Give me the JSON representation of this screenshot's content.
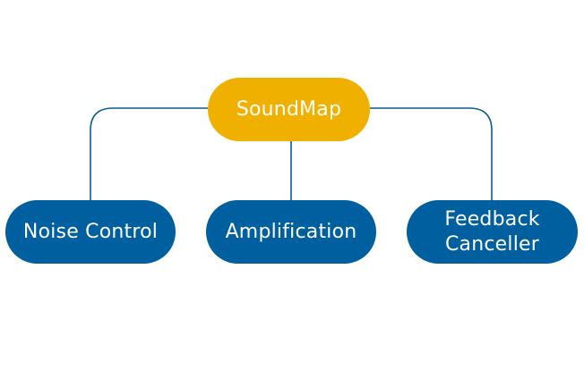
{
  "diagram": {
    "root": {
      "label": "SoundMap"
    },
    "children": [
      {
        "id": "noise-control",
        "label": "Noise Control"
      },
      {
        "id": "amplification",
        "label": "Amplification"
      },
      {
        "id": "feedback-canceller",
        "label": "Feedback\nCanceller"
      }
    ]
  },
  "colors": {
    "root_fill": "#f0b000",
    "child_fill": "#005f9e",
    "connector": "#0b5d8b",
    "text": "#ffffff"
  }
}
